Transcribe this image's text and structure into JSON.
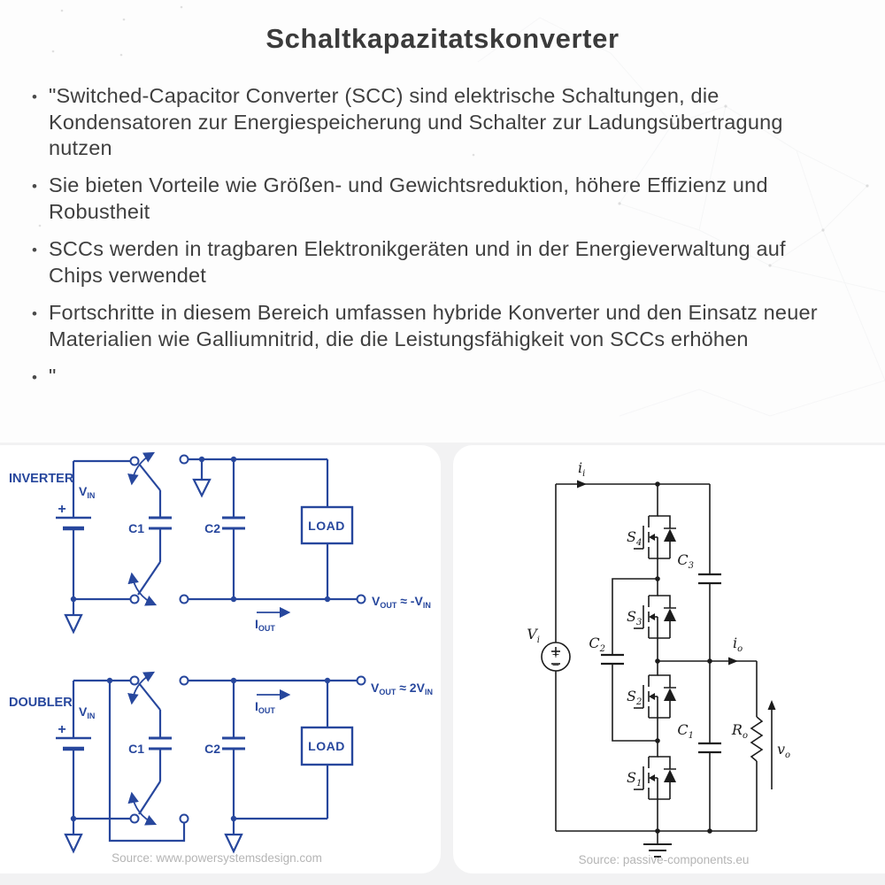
{
  "title": "Schaltkapazitatskonverter",
  "bullet_char": "•",
  "bullets": [
    "\"Switched-Capacitor Converter (SCC) sind elektrische Schaltungen, die Kondensatoren zur Energiespeicherung und Schalter zur Ladungsübertragung nutzen",
    "Sie bieten Vorteile wie Größen- und Gewichtsreduktion, höhere Effizienz und Robustheit",
    "SCCs werden in tragbaren Elektronikgeräten und in der Energieverwaltung auf Chips verwendet",
    "Fortschritte in diesem Bereich umfassen hybride Konverter und den Einsatz neuer Materialien wie Galliumnitrid, die die Leistungsfähigkeit von SCCs erhöhen",
    "\""
  ],
  "left_diagram": {
    "inverter_title": "INVERTER",
    "doubler_title": "DOUBLER",
    "vin": {
      "main": "V",
      "sub": "IN"
    },
    "c1": "C1",
    "c2": "C2",
    "load": "LOAD",
    "iout": {
      "main": "I",
      "sub": "OUT"
    },
    "battery_plus": "+",
    "inverter_vout": {
      "v": "V",
      "sub": "OUT",
      "eq": " ≈ -",
      "v2": "V",
      "sub2": "IN"
    },
    "doubler_vout": {
      "v": "V",
      "sub": "OUT",
      "eq": " ≈ 2",
      "v2": "V",
      "sub2": "IN"
    },
    "source": "Source: www.powersystemsdesign.com"
  },
  "right_diagram": {
    "ii": {
      "main": "i",
      "sub": "i"
    },
    "io": {
      "main": "i",
      "sub": "o"
    },
    "vi": {
      "main": "V",
      "sub": "i"
    },
    "vs_plus": "+",
    "vs_minus": "−",
    "s4": {
      "main": "S",
      "sub": "4"
    },
    "s3": {
      "main": "S",
      "sub": "3"
    },
    "s2": {
      "main": "S",
      "sub": "2"
    },
    "s1": {
      "main": "S",
      "sub": "1"
    },
    "c3": {
      "main": "C",
      "sub": "3"
    },
    "c2": {
      "main": "C",
      "sub": "2"
    },
    "c1": {
      "main": "C",
      "sub": "1"
    },
    "ro": {
      "main": "R",
      "sub": "o"
    },
    "vo": {
      "main": "v",
      "sub": "o"
    },
    "source": "Source: passive-components.eu"
  },
  "colors": {
    "circuit_blue": "#27479d",
    "schematic_black": "#1c1c1c",
    "text_gray": "#3f3f3f",
    "source_gray": "#b5b5b5",
    "panel_gray": "#f2f2f3"
  }
}
